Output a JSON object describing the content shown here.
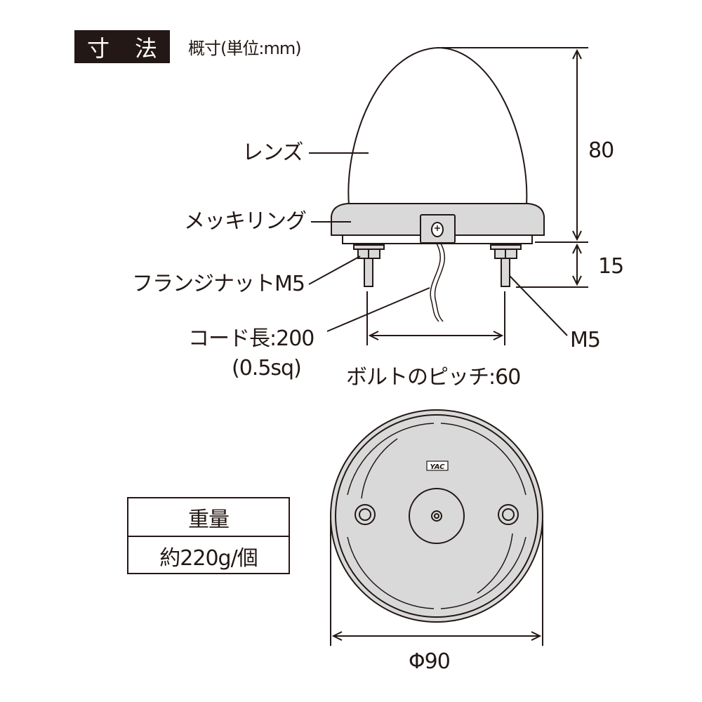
{
  "header": {
    "title_chars": [
      "寸",
      "法"
    ],
    "note": "概寸(単位:mm)"
  },
  "labels": {
    "lens": "レンズ",
    "plated_ring": "メッキリング",
    "flange_nut": "フランジナットM5",
    "cord_length": "コード長:200",
    "cord_spec": "(0.5sq)",
    "bolt_pitch": "ボルトのピッチ:60",
    "bolt": "M5",
    "logo": "YAC"
  },
  "dimensions": {
    "height_lens": "80",
    "height_bolt": "15",
    "diameter": "Φ90"
  },
  "weight": {
    "header": "重量",
    "value": "約220g/個"
  },
  "colors": {
    "ink": "#231815",
    "body_gray": "#d9d9da"
  }
}
